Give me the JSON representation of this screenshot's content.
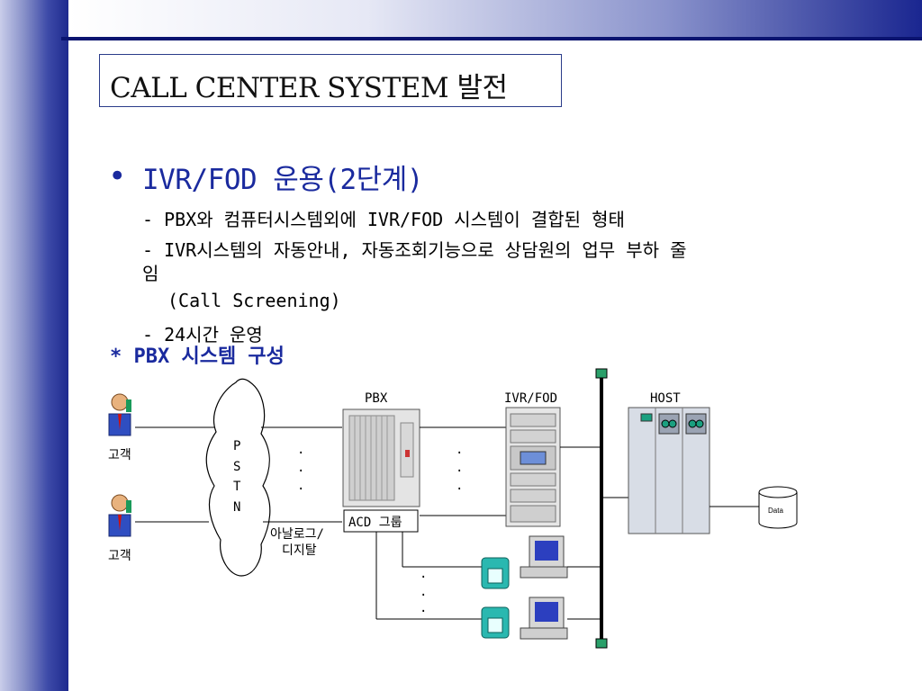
{
  "slide": {
    "title": "CALL CENTER SYSTEM 발전",
    "heading": "IVR/FOD 운용(2단계)",
    "bullet_symbol": "•",
    "lines": [
      "- PBX와 컴퓨터시스템외에 IVR/FOD 시스템이 결합된 형태",
      "- IVR시스템의 자동안내, 자동조회기능으로 상담원의 업무 부하 줄",
      "임",
      "(Call Screening)",
      "- 24시간 운영"
    ],
    "subhead": "* PBX 시스템 구성"
  },
  "diagram": {
    "customer_1": "고객",
    "customer_2": "고객",
    "pstn_letters": [
      "P",
      "S",
      "T",
      "N"
    ],
    "pbx_label": "PBX",
    "ivr_label": "IVR/FOD",
    "host_label": "HOST",
    "acd_label": "ACD 그룹",
    "line_type_1": "아날로그/",
    "line_type_2": "디지탈",
    "data_label": "Data",
    "ellipsis": "·"
  }
}
